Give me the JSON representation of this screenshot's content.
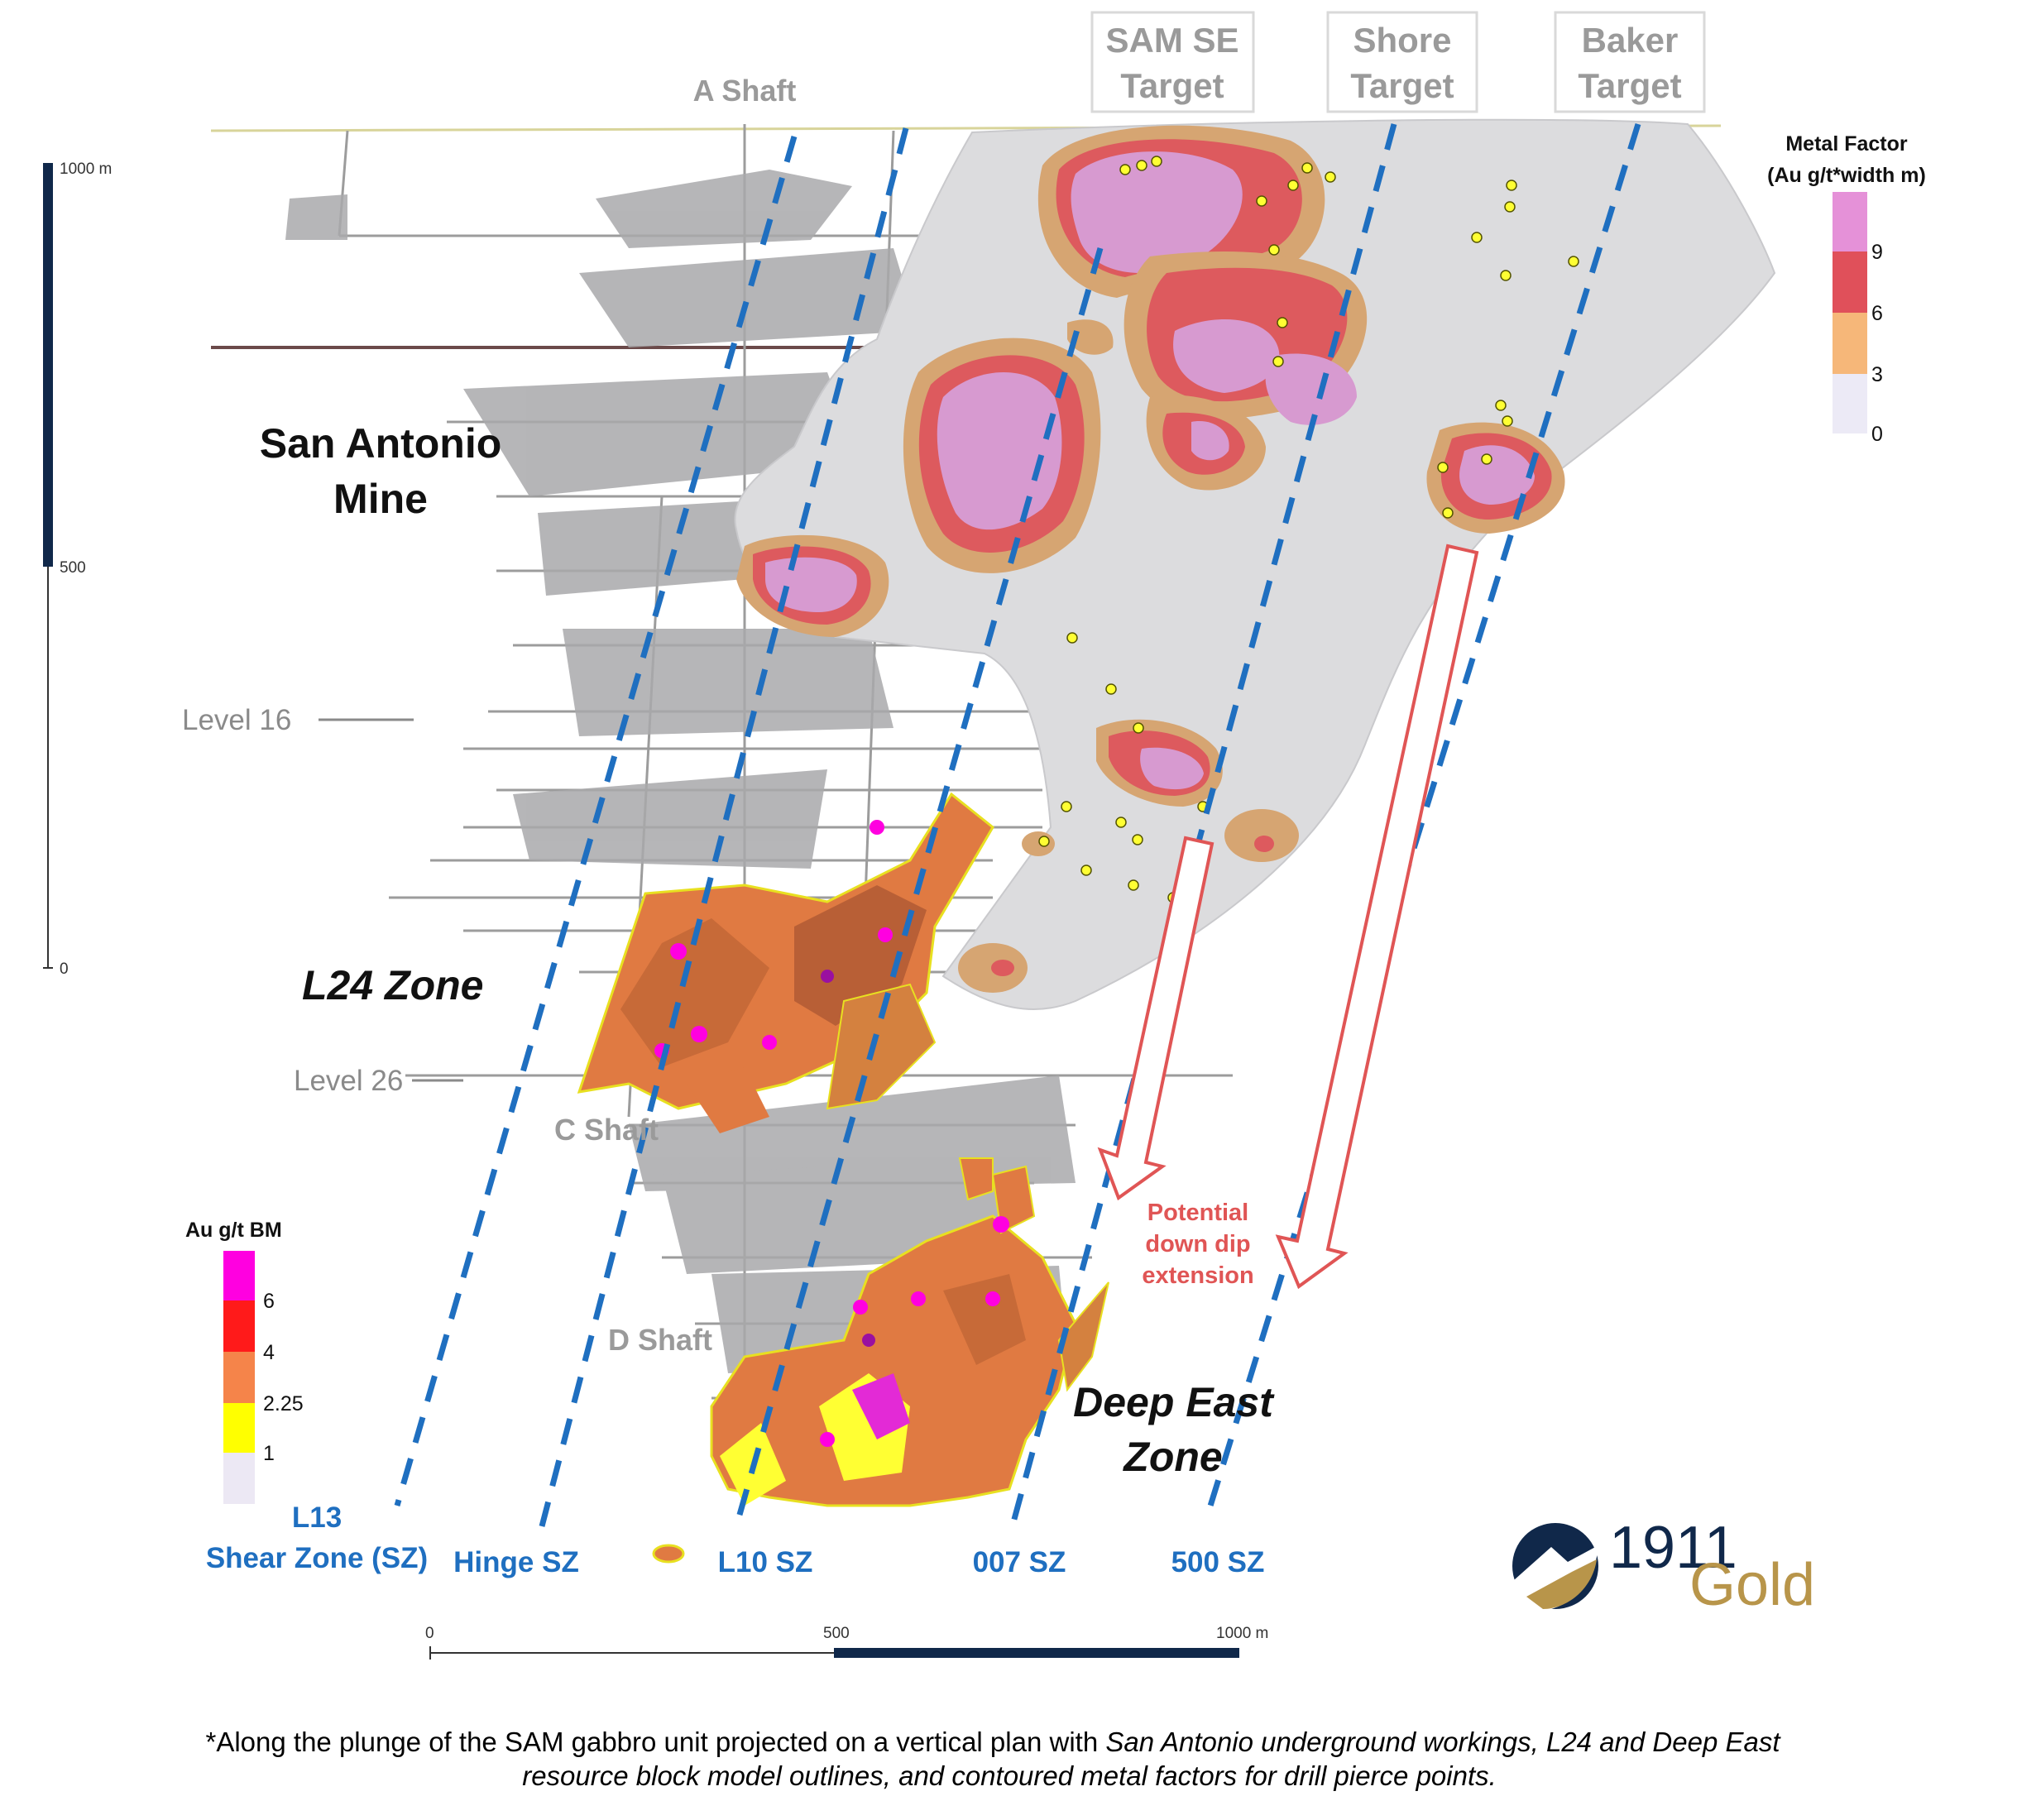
{
  "targets": [
    {
      "line1": "SAM SE",
      "line2": "Target"
    },
    {
      "line1": "Shore",
      "line2": "Target"
    },
    {
      "line1": "Baker",
      "line2": "Target"
    }
  ],
  "shafts": {
    "a": "A Shaft",
    "c": "C Shaft",
    "d": "D Shaft"
  },
  "mine_name": {
    "line1": "San Antonio",
    "line2": "Mine"
  },
  "levels": {
    "l16": "Level 16",
    "l26": "Level 26"
  },
  "zones": {
    "l24": "L24 Zone",
    "deep_east_1": "Deep East",
    "deep_east_2": "Zone"
  },
  "shear_zones": {
    "l13_1": "L13",
    "l13_2": "Shear Zone (SZ)",
    "hinge": "Hinge SZ",
    "l10": "L10 SZ",
    "s007": "007 SZ",
    "s500": "500 SZ"
  },
  "extension_label": [
    "Potential",
    "down dip",
    "extension"
  ],
  "metal_factor_legend": {
    "title1": "Metal Factor",
    "title2": "(Au g/t*width m)",
    "ticks": [
      "9",
      "6",
      "3",
      "0"
    ],
    "colors": [
      "#e591d8",
      "#e0505a",
      "#f6b779",
      "#eceaf6"
    ]
  },
  "au_legend": {
    "title": "Au g/t BM",
    "ticks": [
      "6",
      "4",
      "2.25",
      "1"
    ],
    "colors": [
      "#ff00e0",
      "#ff1a1a",
      "#f5844a",
      "#ffff00",
      "#ece8f4"
    ]
  },
  "vertical_scale": {
    "top": "1000 m",
    "mid": "500",
    "bottom": "0"
  },
  "horizontal_scale": {
    "left": "0",
    "mid": "500",
    "right": "1000 m"
  },
  "logo": {
    "number": "1911",
    "word": "Gold"
  },
  "caption": {
    "part1": "*Along the plunge of the SAM gabbro unit projected on a vertical plan with ",
    "part2_italic": "San Antonio underground workings, L24 and Deep East",
    "line2_italic": "resource block model outlines, and contoured metal factors for drill pierce points."
  },
  "colors": {
    "shear_zone_line": "#1f6fc0",
    "extension_arrow": "#e05555",
    "surface": "#dcdcde",
    "scale_bar": "#10284a",
    "logo_navy": "#10284a",
    "logo_gold": "#b8954a"
  }
}
